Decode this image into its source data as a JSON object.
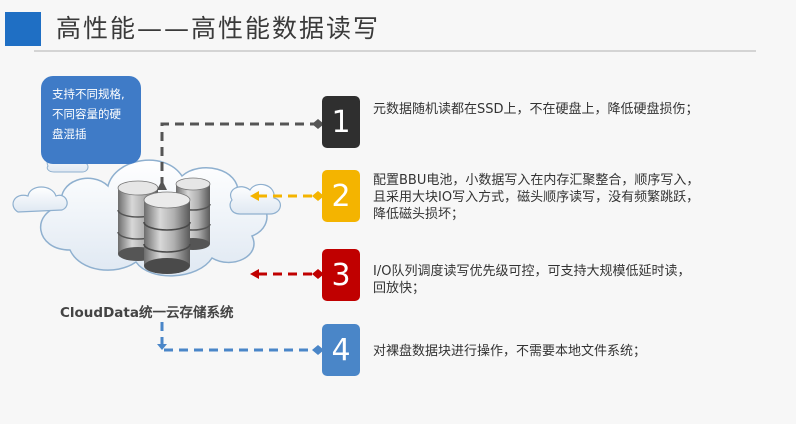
{
  "header": {
    "title": "高性能——高性能数据读写"
  },
  "callout": {
    "lines": [
      "支持不同规格,",
      "不同容量的硬",
      "盘混插"
    ]
  },
  "caption": "CloudData统一云存储系统",
  "items": [
    {
      "number": "1",
      "color": "#2f2f2f",
      "lines": [
        "元数据随机读都在SSD上，不在硬盘上，降低硬盘损伤；"
      ]
    },
    {
      "number": "2",
      "color": "#f4b400",
      "lines": [
        "配置BBU电池，小数据写入在内存汇聚整合，顺序写入，",
        "且采用大块IO写入方式，磁头顺序读写，没有频繁跳跃，",
        "降低磁头损坏；"
      ]
    },
    {
      "number": "3",
      "color": "#c00000",
      "lines": [
        "I/O队列调度读写优先级可控，可支持大规模低延时读，",
        "回放快；"
      ]
    },
    {
      "number": "4",
      "color": "#4a86c8",
      "lines": [
        "对裸盘数据块进行操作，不需要本地文件系统；"
      ]
    }
  ],
  "icons": {
    "storage": "database-server-icon",
    "cloud": "cloud-icon"
  }
}
